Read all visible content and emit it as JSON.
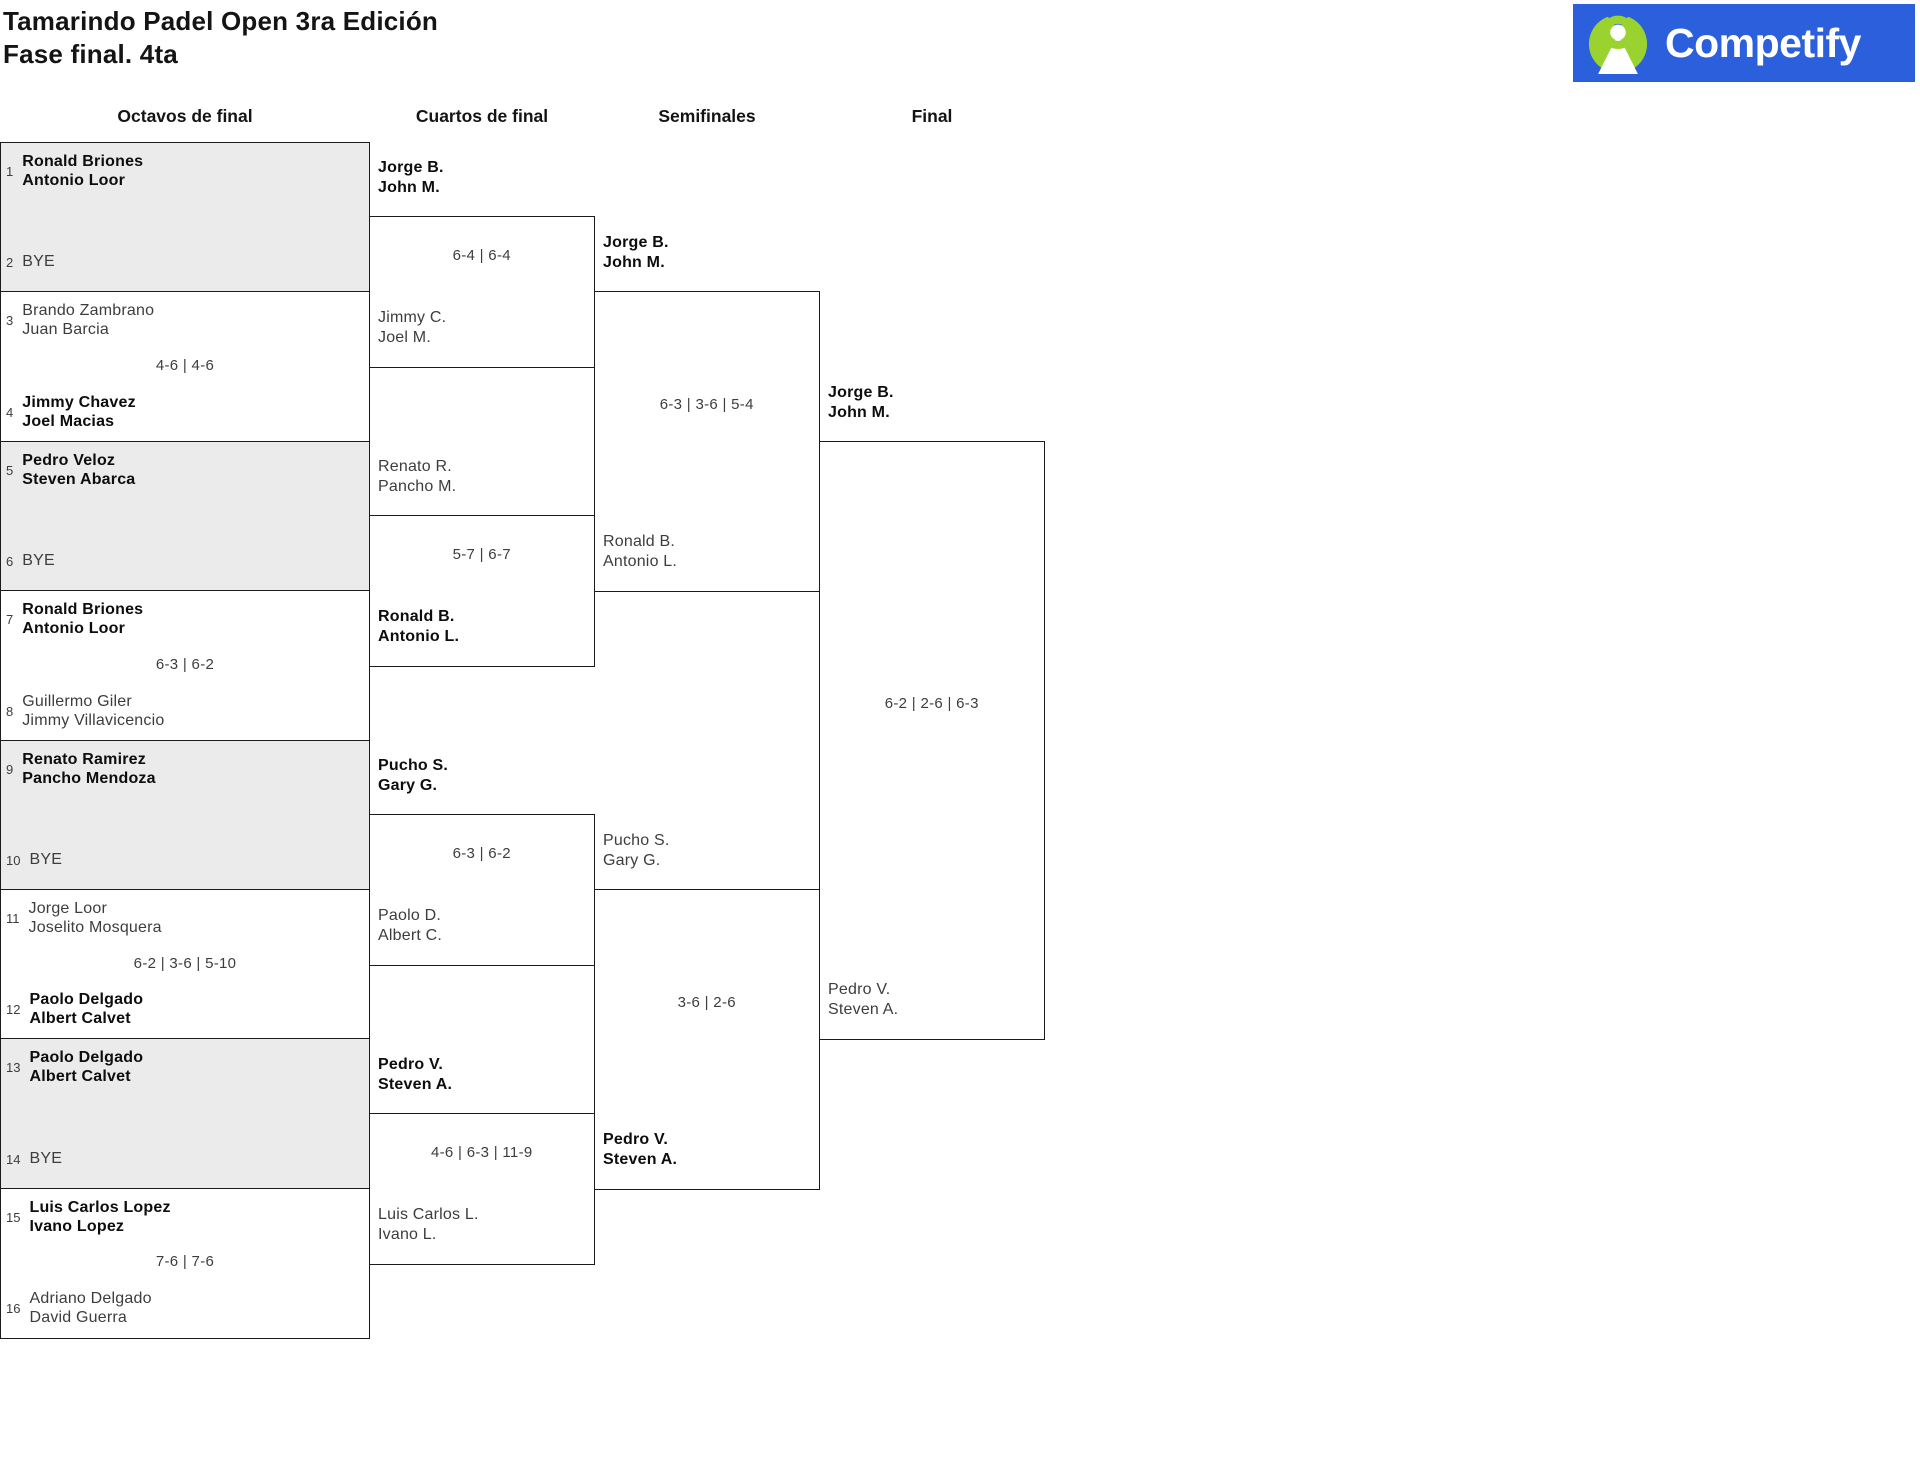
{
  "page": {
    "title_line1": "Tamarindo Padel Open 3ra Edición",
    "title_line2": "Fase final. 4ta"
  },
  "logo": {
    "text": "Competify",
    "bg_color": "#2b5fdc",
    "mark_color": "#9ad32f"
  },
  "colors": {
    "bye_box_bg": "#ebebeb",
    "border": "#1b1b1b",
    "winner_text": "#0d0d0d",
    "normal_text": "#3d3d3d"
  },
  "columns": [
    "Octavos de final",
    "Cuartos de final",
    "Semifinales",
    "Final"
  ],
  "octavos": [
    {
      "is_bye": true,
      "top": {
        "seed": "1",
        "line1": "Ronald Briones",
        "line2": "Antonio Loor",
        "winner": true
      },
      "bottom": {
        "seed": "2",
        "line1": "BYE",
        "winner": false
      }
    },
    {
      "is_bye": false,
      "score": "4-6 | 4-6",
      "top": {
        "seed": "3",
        "line1": "Brando Zambrano",
        "line2": "Juan Barcia",
        "winner": false
      },
      "bottom": {
        "seed": "4",
        "line1": "Jimmy Chavez",
        "line2": "Joel Macias",
        "winner": true
      }
    },
    {
      "is_bye": true,
      "top": {
        "seed": "5",
        "line1": "Pedro Veloz",
        "line2": "Steven Abarca",
        "winner": true
      },
      "bottom": {
        "seed": "6",
        "line1": "BYE",
        "winner": false
      }
    },
    {
      "is_bye": false,
      "score": "6-3 | 6-2",
      "top": {
        "seed": "7",
        "line1": "Ronald Briones",
        "line2": "Antonio Loor",
        "winner": true
      },
      "bottom": {
        "seed": "8",
        "line1": "Guillermo Giler",
        "line2": "Jimmy Villavicencio",
        "winner": false
      }
    },
    {
      "is_bye": true,
      "top": {
        "seed": "9",
        "line1": "Renato Ramirez",
        "line2": "Pancho Mendoza",
        "winner": true
      },
      "bottom": {
        "seed": "10",
        "line1": "BYE",
        "winner": false
      }
    },
    {
      "is_bye": false,
      "score": "6-2 | 3-6 | 5-10",
      "top": {
        "seed": "11",
        "line1": "Jorge Loor",
        "line2": "Joselito Mosquera",
        "winner": false
      },
      "bottom": {
        "seed": "12",
        "line1": "Paolo Delgado",
        "line2": "Albert Calvet",
        "winner": true
      }
    },
    {
      "is_bye": true,
      "top": {
        "seed": "13",
        "line1": "Paolo Delgado",
        "line2": "Albert Calvet",
        "winner": true
      },
      "bottom": {
        "seed": "14",
        "line1": "BYE",
        "winner": false
      }
    },
    {
      "is_bye": false,
      "score": "7-6 | 7-6",
      "top": {
        "seed": "15",
        "line1": "Luis Carlos Lopez",
        "line2": "Ivano Lopez",
        "winner": true
      },
      "bottom": {
        "seed": "16",
        "line1": "Adriano Delgado",
        "line2": "David Guerra",
        "winner": false
      }
    }
  ],
  "cuartos": [
    {
      "score": "6-4 | 6-4",
      "top": {
        "line1": "Jorge B.",
        "line2": "John M.",
        "winner": true
      },
      "bottom": {
        "line1": "Jimmy C.",
        "line2": "Joel M.",
        "winner": false
      }
    },
    {
      "score": "5-7 | 6-7",
      "top": {
        "line1": "Renato R.",
        "line2": "Pancho M.",
        "winner": false
      },
      "bottom": {
        "line1": "Ronald B.",
        "line2": "Antonio L.",
        "winner": true
      }
    },
    {
      "score": "6-3 | 6-2",
      "top": {
        "line1": "Pucho S.",
        "line2": "Gary G.",
        "winner": true
      },
      "bottom": {
        "line1": "Paolo D.",
        "line2": "Albert C.",
        "winner": false
      }
    },
    {
      "score": "4-6 | 6-3 | 11-9",
      "top": {
        "line1": "Pedro V.",
        "line2": "Steven A.",
        "winner": true
      },
      "bottom": {
        "line1": "Luis Carlos L.",
        "line2": "Ivano L.",
        "winner": false
      }
    }
  ],
  "semifinales": [
    {
      "score": "6-3 | 3-6 | 5-4",
      "top": {
        "line1": "Jorge B.",
        "line2": "John M.",
        "winner": true
      },
      "bottom": {
        "line1": "Ronald B.",
        "line2": "Antonio L.",
        "winner": false
      }
    },
    {
      "score": "3-6 | 2-6",
      "top": {
        "line1": "Pucho S.",
        "line2": "Gary G.",
        "winner": false
      },
      "bottom": {
        "line1": "Pedro V.",
        "line2": "Steven A.",
        "winner": true
      }
    }
  ],
  "final": {
    "score": "6-2 | 2-6 | 6-3",
    "top": {
      "line1": "Jorge B.",
      "line2": "John M.",
      "winner": true
    },
    "bottom": {
      "line1": "Pedro V.",
      "line2": "Steven A.",
      "winner": false
    }
  }
}
